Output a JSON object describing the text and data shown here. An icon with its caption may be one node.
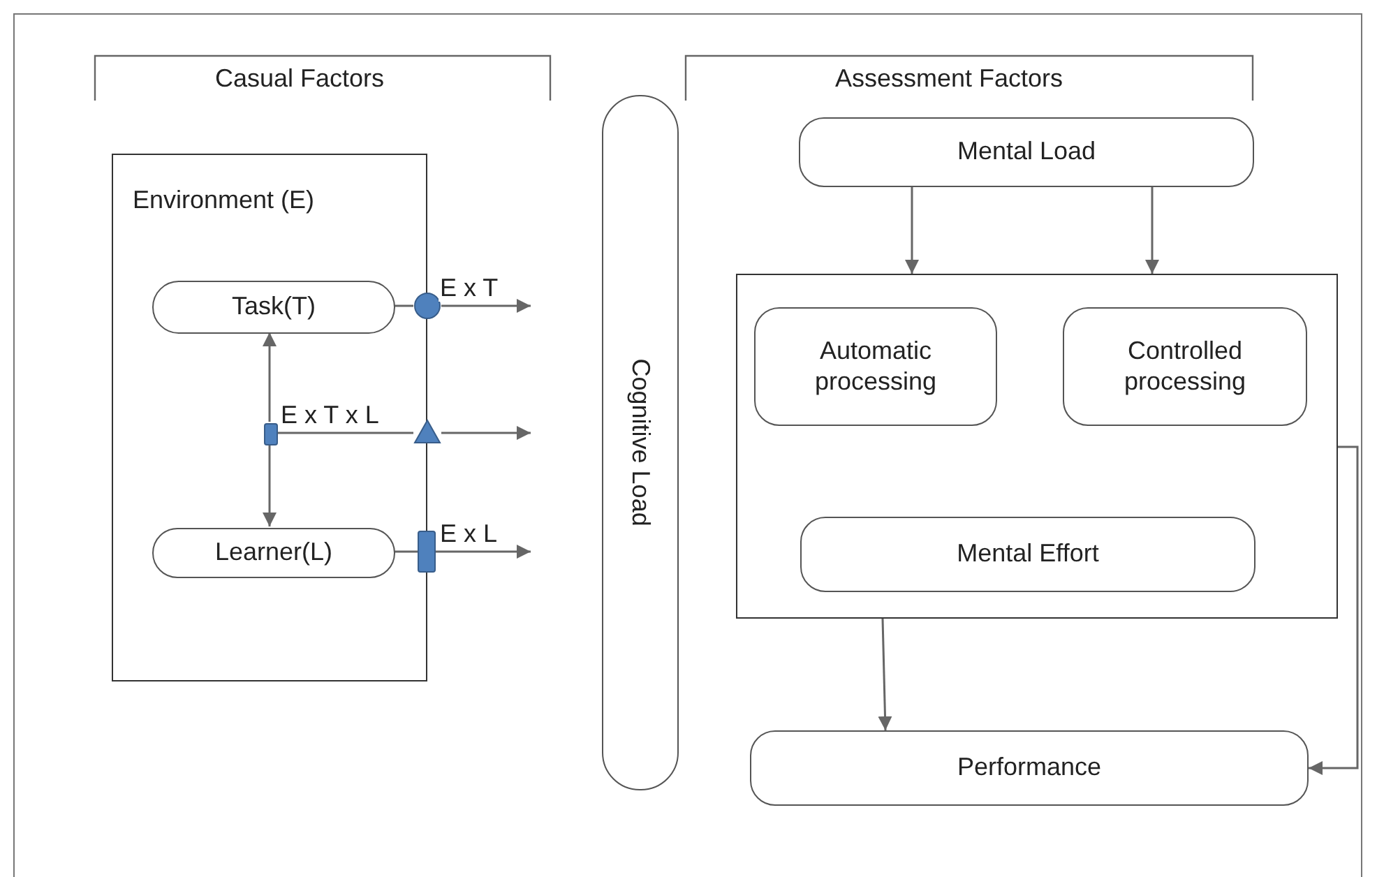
{
  "diagram": {
    "nodes": [
      {
        "text": [
          "Environment (E)"
        ]
      },
      {
        "text": [
          "Task(T)"
        ],
        "in": 0
      },
      {
        "text": [
          "Learner(L)"
        ],
        "in": 0
      },
      {
        "text": [],
        "shape": "box",
        "in": 0
      },
      {
        "text": [],
        "shape": "circle"
      },
      {
        "text": [],
        "shape": "triangle"
      },
      {
        "text": [],
        "shape": "bar"
      },
      {
        "text": [
          "Cognitive Load"
        ]
      },
      {
        "text": [
          "Mental Load"
        ]
      },
      {
        "text": [],
        "shape": "box"
      },
      {
        "text": [
          "Automatic processing"
        ],
        "in": 9
      },
      {
        "text": [
          "Controlled processing"
        ],
        "in": 9
      },
      {
        "text": [
          "Mental Effort"
        ],
        "in": 9
      },
      {
        "text": [
          "Performance"
        ]
      }
    ],
    "edges": [
      {
        "from": 3,
        "to": 1,
        "arrow": "to"
      },
      {
        "from": 3,
        "to": 2,
        "arrow": "to"
      },
      {
        "from": 1,
        "to": 4,
        "arrow": "none"
      },
      {
        "from": 4,
        "to": null,
        "arrow": "to",
        "label": "E x T"
      },
      {
        "from": 3,
        "to": 5,
        "arrow": "none",
        "label": "E x T x L"
      },
      {
        "from": 5,
        "to": null,
        "arrow": "to"
      },
      {
        "from": 2,
        "to": 6,
        "arrow": "none"
      },
      {
        "from": 6,
        "to": null,
        "arrow": "to",
        "label": "E x L"
      },
      {
        "from": 8,
        "to": 9,
        "arrow": "to"
      },
      {
        "from": 8,
        "to": 9,
        "arrow": "to"
      },
      {
        "from": 9,
        "to": 13,
        "arrow": "to"
      },
      {
        "from": 9,
        "to": 13,
        "arrow": "to"
      }
    ],
    "labels": [
      "Casual Factors",
      "Assessment Factors"
    ]
  }
}
